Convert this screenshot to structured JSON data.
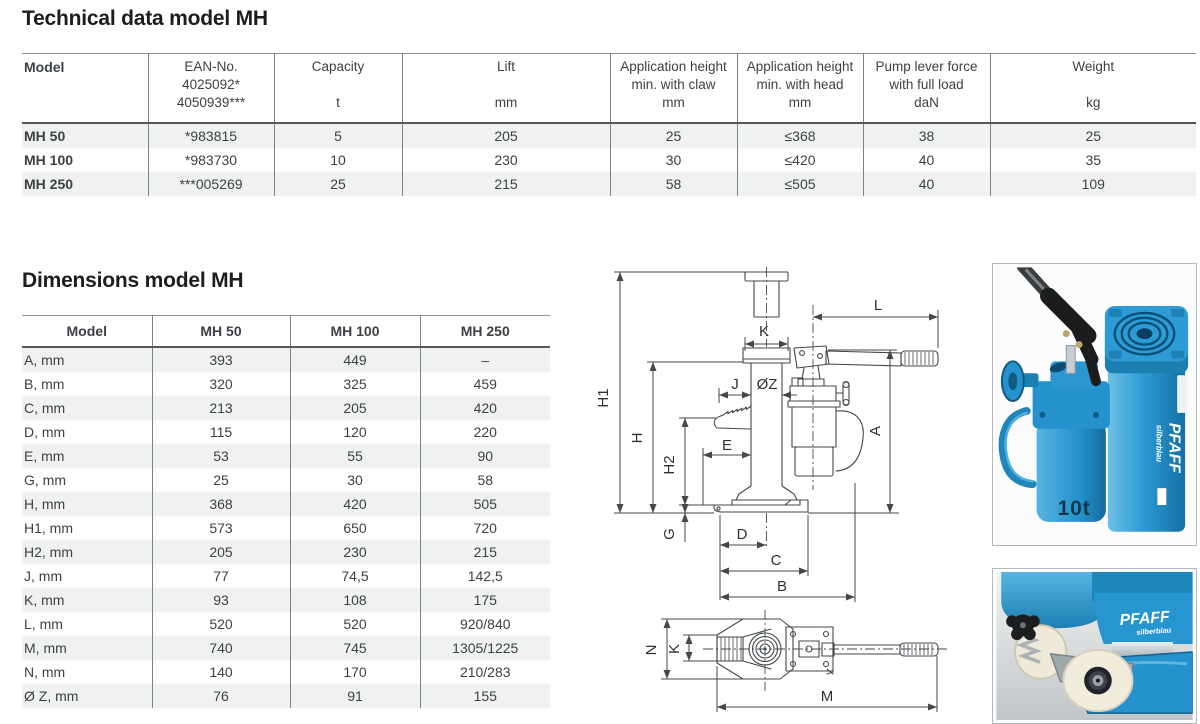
{
  "page": {
    "title_technical": "Technical data model MH",
    "title_dimensions": "Dimensions model MH"
  },
  "technical_table": {
    "model_header": "Model",
    "columns": [
      {
        "lines": [
          "EAN-No.",
          "4025092*",
          "4050939***"
        ]
      },
      {
        "lines": [
          "Capacity",
          "",
          "t"
        ]
      },
      {
        "lines": [
          "Lift",
          "",
          "mm"
        ]
      },
      {
        "lines": [
          "Application height",
          "min. with claw",
          "mm"
        ]
      },
      {
        "lines": [
          "Application height",
          "min. with head",
          "mm"
        ]
      },
      {
        "lines": [
          "Pump lever force",
          "with full load",
          "daN"
        ]
      },
      {
        "lines": [
          "Weight",
          "",
          "kg"
        ]
      }
    ],
    "rows": [
      {
        "model": "MH 50",
        "values": [
          "*983815",
          "5",
          "205",
          "25",
          "≤368",
          "38",
          "25"
        ]
      },
      {
        "model": "MH 100",
        "values": [
          "*983730",
          "10",
          "230",
          "30",
          "≤420",
          "40",
          "35"
        ]
      },
      {
        "model": "MH 250",
        "values": [
          "***005269",
          "25",
          "215",
          "58",
          "≤505",
          "40",
          "109"
        ]
      }
    ]
  },
  "dimensions_table": {
    "headers": [
      "Model",
      "MH 50",
      "MH 100",
      "MH 250"
    ],
    "rows": [
      {
        "label": "A, mm",
        "values": [
          "393",
          "449",
          "–"
        ]
      },
      {
        "label": "B, mm",
        "values": [
          "320",
          "325",
          "459"
        ]
      },
      {
        "label": "C, mm",
        "values": [
          "213",
          "205",
          "420"
        ]
      },
      {
        "label": "D, mm",
        "values": [
          "115",
          "120",
          "220"
        ]
      },
      {
        "label": "E, mm",
        "values": [
          "53",
          "55",
          "90"
        ]
      },
      {
        "label": "G, mm",
        "values": [
          "25",
          "30",
          "58"
        ]
      },
      {
        "label": "H, mm",
        "values": [
          "368",
          "420",
          "505"
        ]
      },
      {
        "label": "H1, mm",
        "values": [
          "573",
          "650",
          "720"
        ]
      },
      {
        "label": "H2, mm",
        "values": [
          "205",
          "230",
          "215"
        ]
      },
      {
        "label": "J, mm",
        "values": [
          "77",
          "74,5",
          "142,5"
        ]
      },
      {
        "label": "K, mm",
        "values": [
          "93",
          "108",
          "175"
        ]
      },
      {
        "label": "L, mm",
        "values": [
          "520",
          "520",
          "920/840"
        ]
      },
      {
        "label": "M, mm",
        "values": [
          "740",
          "745",
          "1305/1225"
        ]
      },
      {
        "label": "N, mm",
        "values": [
          "140",
          "170",
          "210/283"
        ]
      },
      {
        "label": "Ø Z, mm",
        "values": [
          "76",
          "91",
          "155"
        ]
      }
    ]
  },
  "drawing": {
    "side_labels": {
      "h1": "H1",
      "h": "H",
      "h2": "H2",
      "g": "G",
      "k": "K",
      "j": "J",
      "oz": "ØZ",
      "e": "E",
      "l": "L",
      "a": "A",
      "d": "D",
      "c": "C",
      "b": "B"
    },
    "top_labels": {
      "n": "N",
      "k": "K",
      "m": "M"
    }
  },
  "photos": {
    "top": {
      "brand_line1": "PFAFF",
      "brand_line2": "silberblau",
      "capacity_marking": "10t"
    },
    "bottom": {
      "brand_line1": "PFAFF",
      "brand_line2": "silberblau"
    }
  },
  "colors": {
    "jack_blue": "#2796d0",
    "jack_blue_dark": "#16719f",
    "stripe": "#f0f1f1",
    "rule_dark": "#55595c",
    "rule_light": "#8f9396",
    "divider": "#7e8285",
    "text": "#3d4145"
  }
}
